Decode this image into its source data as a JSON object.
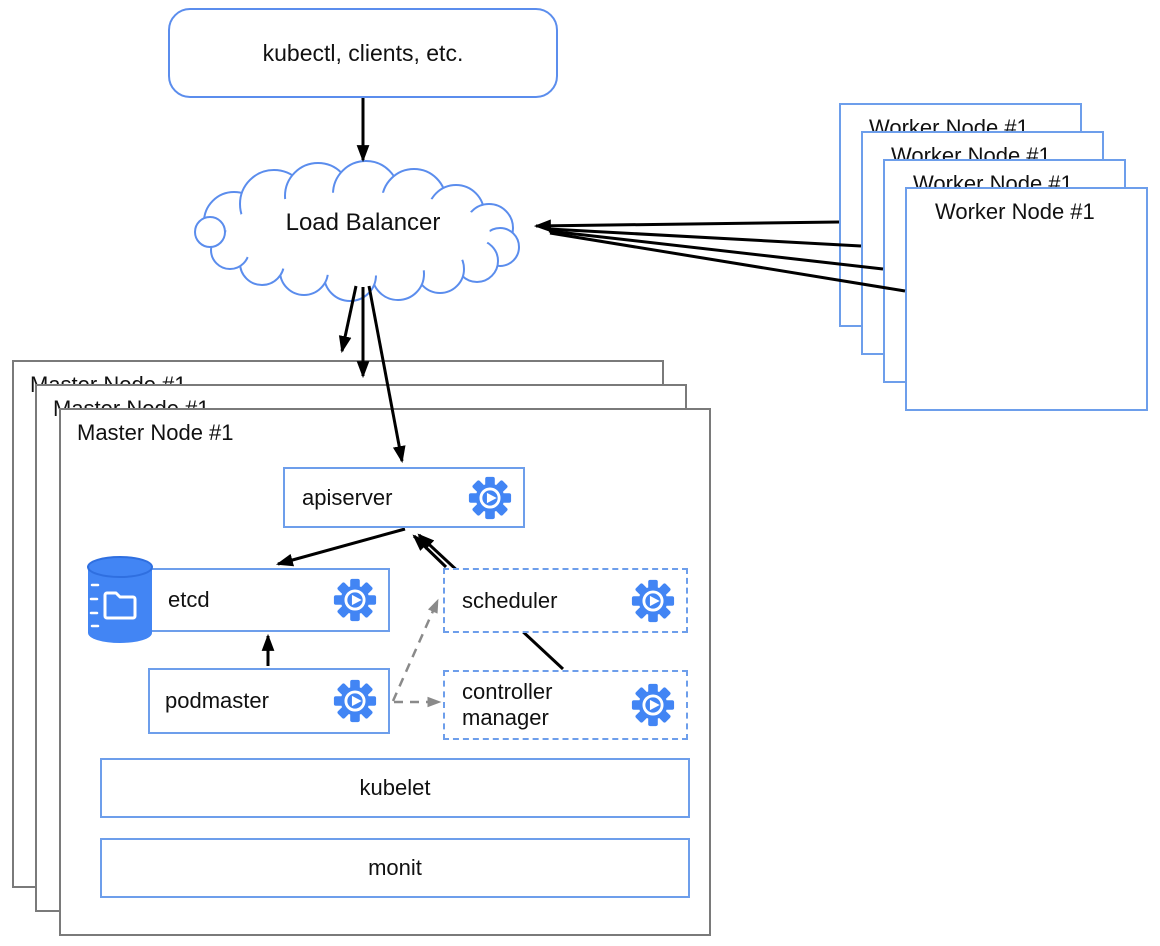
{
  "diagram": {
    "kind": "kubernetes-ha-architecture",
    "background": "#ffffff"
  },
  "nodes": {
    "clients": {
      "label": "kubectl, clients, etc."
    },
    "load_balancer": {
      "label": "Load Balancer"
    },
    "worker_node": {
      "label": "Worker Node #1",
      "stack_count": 4
    },
    "master_node": {
      "label": "Master Node #1",
      "stack_count": 3
    },
    "apiserver": {
      "label": "apiserver",
      "border": "solid",
      "icon": "gear-play-icon"
    },
    "etcd": {
      "label": "etcd",
      "border": "solid",
      "icon": "gear-play-icon",
      "extra_icon": "database-icon"
    },
    "scheduler": {
      "label": "scheduler",
      "border": "dashed",
      "icon": "gear-play-icon"
    },
    "podmaster": {
      "label": "podmaster",
      "border": "solid",
      "icon": "gear-play-icon"
    },
    "controller_manager": {
      "label": "controller manager",
      "border": "dashed",
      "icon": "gear-play-icon"
    },
    "kubelet": {
      "label": "kubelet",
      "border": "solid"
    },
    "monit": {
      "label": "monit",
      "border": "solid"
    }
  },
  "edges": [
    {
      "from": "clients",
      "to": "load_balancer",
      "style": "solid-black-arrow"
    },
    {
      "from": "worker_node_stack",
      "to": "load_balancer",
      "style": "solid-black-arrow",
      "lines": 4
    },
    {
      "from": "load_balancer",
      "to": "master_node_back",
      "style": "solid-black-arrow"
    },
    {
      "from": "load_balancer",
      "to": "master_node_middle",
      "style": "solid-black-arrow"
    },
    {
      "from": "load_balancer",
      "to": "apiserver",
      "style": "solid-black-arrow"
    },
    {
      "from": "apiserver",
      "to": "etcd",
      "style": "solid-black-arrow"
    },
    {
      "from": "scheduler",
      "to": "apiserver",
      "style": "solid-black-arrow"
    },
    {
      "from": "controller_manager",
      "to": "apiserver",
      "style": "solid-black-arrow"
    },
    {
      "from": "podmaster",
      "to": "etcd",
      "style": "solid-black-arrow"
    },
    {
      "from": "podmaster",
      "to": "scheduler",
      "style": "dashed-gray-arrow"
    },
    {
      "from": "podmaster",
      "to": "controller_manager",
      "style": "dashed-gray-arrow"
    }
  ],
  "colors": {
    "component_border_blue": "#6d9eeb",
    "outline_blue": "#5b8ded",
    "icon_blue": "#4285f4",
    "master_border_gray": "#7a7a7a",
    "arrow_black": "#000000",
    "dashed_arrow_gray": "#8a8a8a",
    "text": "#111111",
    "background": "#ffffff"
  }
}
